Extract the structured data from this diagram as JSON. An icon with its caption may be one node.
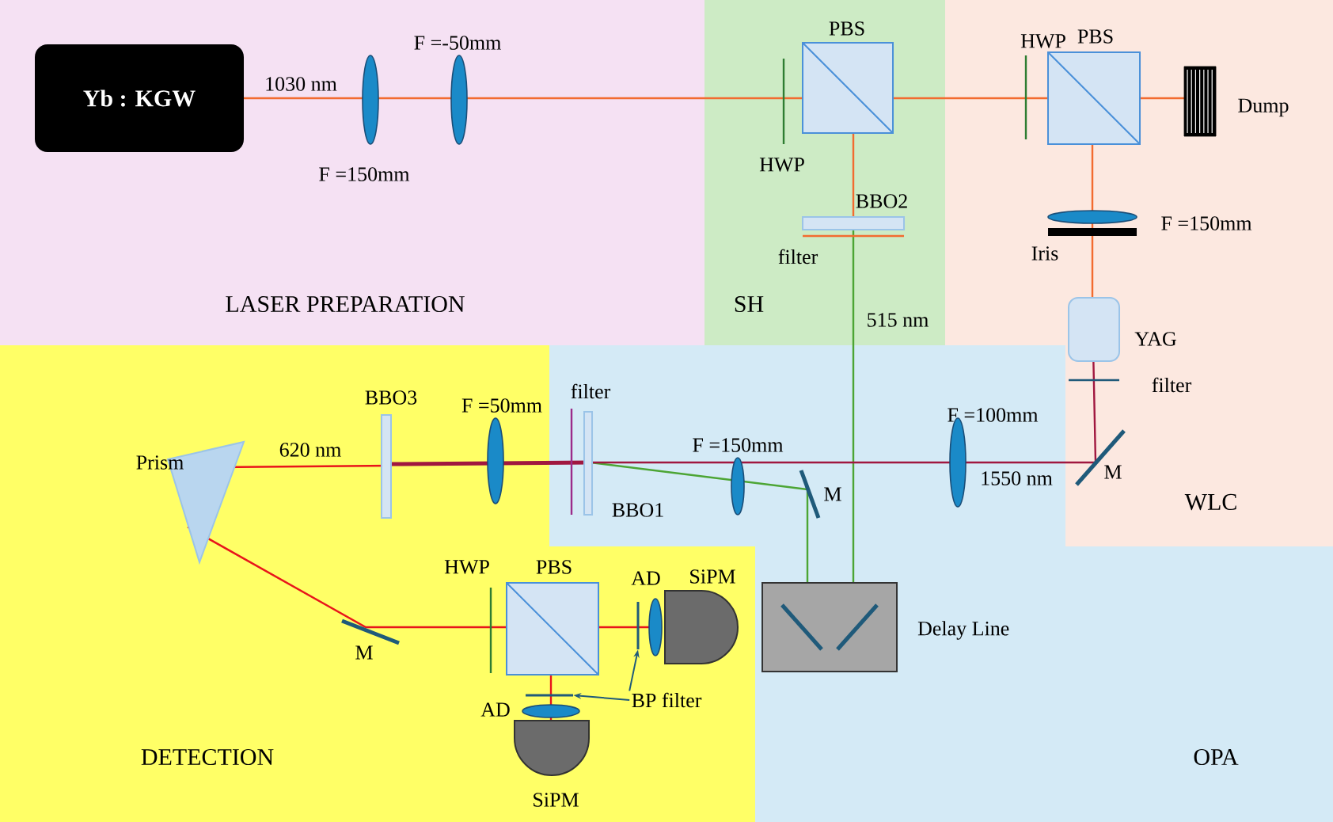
{
  "diagram": {
    "nodes": [
      {
        "text": [
          "Yb : KGW"
        ]
      },
      {
        "text": [
          "Delay Line"
        ]
      },
      {
        "text": [
          "BP filter"
        ]
      },
      {
        "text": [],
        "shape": "bar"
      },
      {
        "text": [],
        "shape": "bar"
      },
      {
        "text": [
          "Prism"
        ]
      }
    ],
    "edges": [
      {
        "from": 2,
        "to": 3,
        "arrow": "to"
      },
      {
        "from": 2,
        "to": 4,
        "arrow": "to"
      }
    ],
    "labels": [
      "PBS",
      "HWP",
      "PBS",
      "F =-50mm",
      "1030 nm",
      "Dump",
      "HWP",
      "F =150mm",
      "BBO2",
      "F =150mm",
      "filter",
      "Iris",
      "LASER PREPARATION",
      "SH",
      "515 nm",
      "YAG",
      "filter",
      "BBO3",
      "F =50mm",
      "filter",
      "F =100mm",
      "620 nm",
      "F =150mm",
      "1550 nm",
      "M",
      "M",
      "BBO1",
      "WLC",
      "HWP",
      "PBS",
      "AD",
      "SiPM",
      "M",
      "AD",
      "DETECTION",
      "OPA",
      "SiPM"
    ]
  }
}
